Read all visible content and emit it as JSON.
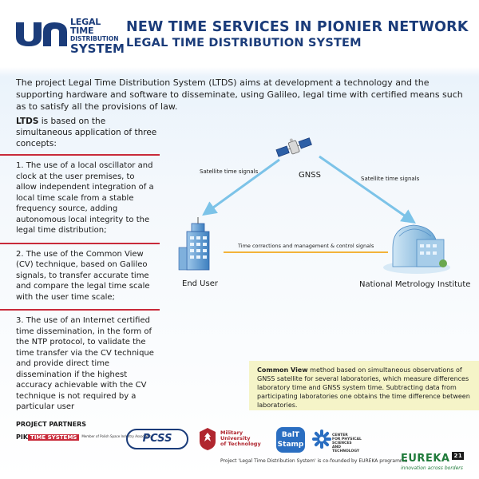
{
  "header": {
    "logo_line1": "LEGAL TIME",
    "logo_line2": "DISTRIBUTION",
    "logo_line3": "SYSTEM",
    "title": "NEW TIME SERVICES IN PIONIER NETWORK",
    "subtitle": "LEGAL TIME DISTRIBUTION SYSTEM"
  },
  "intro": "The project Legal Time Distribution System (LTDS) aims at development a technology and the supporting hardware and software to disseminate, using Galileo, legal time with certified means such as to satisfy all the provisions of law.",
  "concepts_intro": {
    "bold": "LTDS",
    "text": " is based on the simultaneous application of three concepts:"
  },
  "concepts": [
    "1. The use of a local oscillator and clock at the user premises, to allow independent integration of a local time scale from a stable frequency source, adding autonomous local integrity to the legal time distribution;",
    "2. The use of  the Common View (CV) technique, based on Galileo signals, to transfer accurate time and compare the legal time scale with the user time scale;",
    "3. The use of an Internet certified time dissemination, in the form of the NTP protocol, to validate the time transfer via the CV technique and provide direct time dissemination if the highest accuracy achievable with the CV technique is not required by a particular user"
  ],
  "diagram": {
    "gnss_label": "GNSS",
    "end_user_label": "End User",
    "nmi_label": "National Metrology Institute",
    "sat_signals_left": "Satellite time signals",
    "sat_signals_right": "Satellite time signals",
    "link_label": "Time corrections and management & control signals",
    "arrow_color": "#7cc3e8",
    "link_color": "#f2b33a"
  },
  "common_view": {
    "bold": "Common View",
    "text": " method based on simultaneous observations of GNSS satellite for several laboratories, which measure differences laboratory time and GNSS system time. Subtracting data from participating laboratories one obtains the time difference between laboratories."
  },
  "partners": {
    "title": "PROJECT PARTNERS",
    "pik_prefix": "PIK",
    "pik_badge": "TIME SYSTEMS",
    "pik_small": "Member of Polish Space Industry Association",
    "pcss": "PCSS",
    "mut_lines": [
      "Military",
      "University",
      "of Technology"
    ],
    "balt_lines": [
      "BalT",
      "Stamp"
    ],
    "cft_lines": [
      "CENTER",
      "FOR PHYSICAL SCIENCES",
      "AND TECHNOLOGY"
    ]
  },
  "footer": {
    "note": "Project 'Legal Time Distribution System' is co-founded by EUREKA programme",
    "eureka": "EUREKA",
    "eureka_num": "21",
    "eureka_sub": "innovation across borders"
  }
}
